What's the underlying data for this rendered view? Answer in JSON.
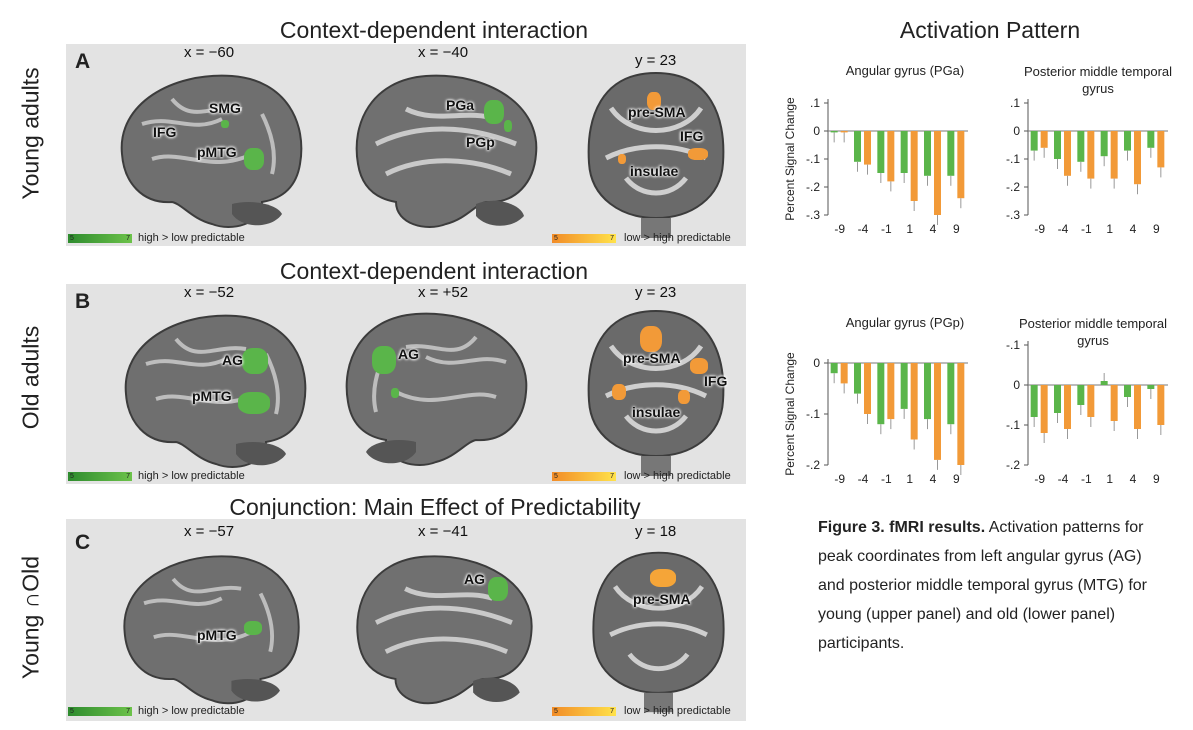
{
  "figure": {
    "left_titles": [
      "Context-dependent interaction",
      "Context-dependent interaction",
      "Conjunction: Main Effect of Predictability"
    ],
    "right_title": "Activation Pattern",
    "rows": [
      {
        "letter": "A",
        "row_label": "Young adults",
        "coords": [
          "x = −60",
          "x = −40",
          "y = 23"
        ],
        "lateral_regions": [
          "SMG",
          "IFG",
          "pMTG"
        ],
        "medial_regions": [
          "PGa",
          "PGp"
        ],
        "coronal_regions": [
          "pre-SMA",
          "IFG",
          "insulae"
        ],
        "legend_green": "high > low predictable",
        "legend_orange": "low > high predictable",
        "legend_min": "5",
        "legend_max": "7"
      },
      {
        "letter": "B",
        "row_label": "Old adults",
        "coords": [
          "x = −52",
          "x = +52",
          "y = 23"
        ],
        "lateral_regions": [
          "AG",
          "pMTG"
        ],
        "medial_regions": [
          "AG"
        ],
        "coronal_regions": [
          "pre-SMA",
          "IFG",
          "insulae"
        ],
        "legend_green": "high > low predictable",
        "legend_orange": "low > high predictable",
        "legend_min": "5",
        "legend_max": "7"
      },
      {
        "letter": "C",
        "row_label": "Young ∩Old",
        "coords": [
          "x = −57",
          "x = −41",
          "y = 18"
        ],
        "lateral_regions": [
          "pMTG"
        ],
        "medial_regions": [
          "AG"
        ],
        "coronal_regions": [
          "pre-SMA"
        ],
        "legend_green": "high > low predictable",
        "legend_orange": "low > high predictable",
        "legend_min": "5",
        "legend_max": "7"
      }
    ],
    "caption": {
      "bold": "Figure 3. fMRI results.",
      "text": " Activation patterns for peak coordinates from left angular gyrus (AG) and posterior middle temporal gyrus (MTG) for young (upper panel) and old (lower panel) participants."
    },
    "colors": {
      "green": "#5ab54a",
      "orange": "#f29a38",
      "panel_bg": "#e3e3e3"
    }
  },
  "chart_data": [
    {
      "type": "bar",
      "title": "Angular gyrus (PGa)",
      "ylabel": "Percent Signal Change",
      "ylim": [
        -0.3,
        0.1
      ],
      "yticks": [
        ".1",
        "0",
        "-.1",
        "-.2",
        "-.3"
      ],
      "ytick_values": [
        0.1,
        0,
        -0.1,
        -0.2,
        -0.3
      ],
      "categories": [
        "-9",
        "-4",
        "-1",
        "1",
        "4",
        "9"
      ],
      "series": [
        {
          "color": "#5ab54a",
          "values": [
            -0.005,
            -0.11,
            -0.15,
            -0.15,
            -0.16,
            -0.16
          ]
        },
        {
          "color": "#f29a38",
          "values": [
            -0.005,
            -0.12,
            -0.18,
            -0.25,
            -0.3,
            -0.24
          ]
        }
      ]
    },
    {
      "type": "bar",
      "title": "Posterior middle temporal gyrus",
      "ylabel": "",
      "ylim": [
        -0.3,
        0.1
      ],
      "yticks": [
        ".1",
        "0",
        "-.1",
        "-.2",
        "-.3"
      ],
      "ytick_values": [
        0.1,
        0,
        -0.1,
        -0.2,
        -0.3
      ],
      "categories": [
        "-9",
        "-4",
        "-1",
        "1",
        "4",
        "9"
      ],
      "series": [
        {
          "color": "#5ab54a",
          "values": [
            -0.07,
            -0.1,
            -0.11,
            -0.09,
            -0.07,
            -0.06
          ]
        },
        {
          "color": "#f29a38",
          "values": [
            -0.06,
            -0.16,
            -0.17,
            -0.17,
            -0.19,
            -0.13
          ]
        }
      ]
    },
    {
      "type": "bar",
      "title": "Angular gyrus (PGp)",
      "ylabel": "Percent Signal Change",
      "ylim": [
        -0.2,
        0.0
      ],
      "yticks": [
        "0",
        "-.1",
        "-.2"
      ],
      "ytick_values": [
        0,
        -0.1,
        -0.2
      ],
      "categories": [
        "-9",
        "-4",
        "-1",
        "1",
        "4",
        "9"
      ],
      "series": [
        {
          "color": "#5ab54a",
          "values": [
            -0.02,
            -0.06,
            -0.12,
            -0.09,
            -0.11,
            -0.12
          ]
        },
        {
          "color": "#f29a38",
          "values": [
            -0.04,
            -0.1,
            -0.11,
            -0.15,
            -0.19,
            -0.2
          ]
        }
      ]
    },
    {
      "type": "bar",
      "title": "Posterior middle temporal gyrus",
      "ylabel": "",
      "ylim": [
        -0.2,
        0.1
      ],
      "yticks": [
        "-.1",
        "0",
        "-.1",
        "-.2"
      ],
      "ytick_values": [
        0.1,
        0,
        -0.1,
        -0.2
      ],
      "categories": [
        "-9",
        "-4",
        "-1",
        "1",
        "4",
        "9"
      ],
      "series": [
        {
          "color": "#5ab54a",
          "values": [
            -0.08,
            -0.07,
            -0.05,
            0.01,
            -0.03,
            -0.01
          ]
        },
        {
          "color": "#f29a38",
          "values": [
            -0.12,
            -0.11,
            -0.08,
            -0.09,
            -0.11,
            -0.1
          ]
        }
      ]
    }
  ]
}
